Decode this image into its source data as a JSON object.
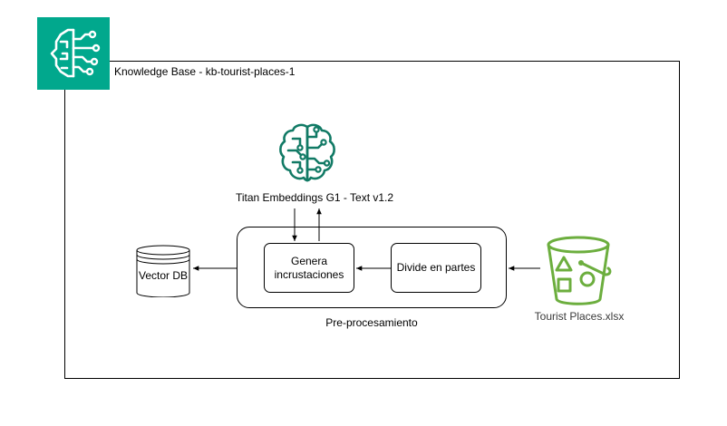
{
  "knowledge_base": {
    "title": "Knowledge Base - kb-tourist-places-1",
    "icon": "knowledge-base-circuit-brain-icon"
  },
  "model": {
    "label": "Titan Embeddings G1 - Text v1.2",
    "icon": "bedrock-brain-circuit-icon"
  },
  "preprocessing": {
    "label": "Pre-procesamiento",
    "steps": {
      "embed": "Genera incrustaciones",
      "split": "Divide en partes"
    }
  },
  "vector_db": {
    "label": "Vector DB",
    "icon": "database-cylinder-icon"
  },
  "source": {
    "label": "Tourist Places.xlsx",
    "icon": "s3-bucket-icon"
  },
  "colors": {
    "kb_icon_bg": "#01A88D",
    "model_icon": "#117A65",
    "bucket": "#6CAE3E",
    "stroke": "#000000"
  }
}
